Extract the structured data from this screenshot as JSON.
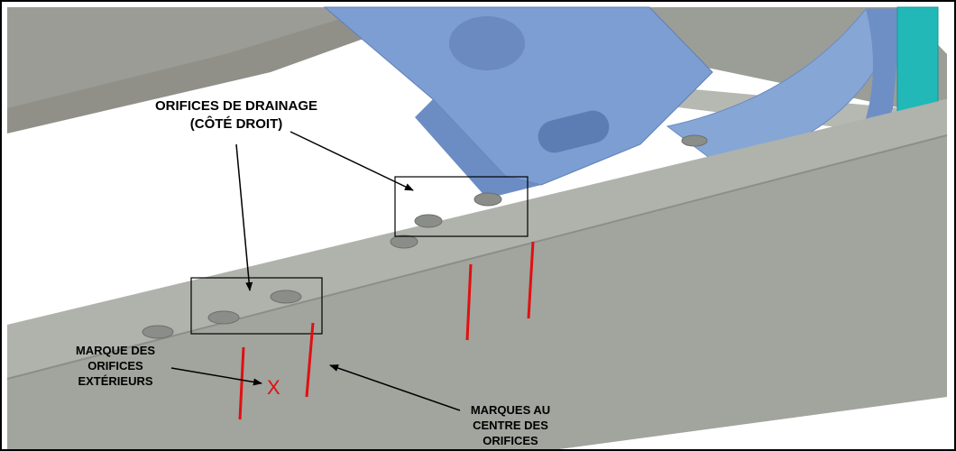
{
  "labels": {
    "drainage_line1": "ORIFICES DE DRAINAGE",
    "drainage_line2": "(CÔTÉ DROIT)",
    "exterior_line1": "MARQUE DES",
    "exterior_line2": "ORIFICES",
    "exterior_line3": "EXTÉRIEURS",
    "center_line1": "MARQUES AU",
    "center_line2": "CENTRE DES",
    "center_line3": "ORIFICES",
    "x_mark": "X"
  },
  "colors": {
    "frame_rail": "#a7a9a3",
    "frame_shadow": "#8a8c87",
    "bracket": "#7f9fcf",
    "mark": "#e01010",
    "teal_part": "#1fb5b5"
  }
}
